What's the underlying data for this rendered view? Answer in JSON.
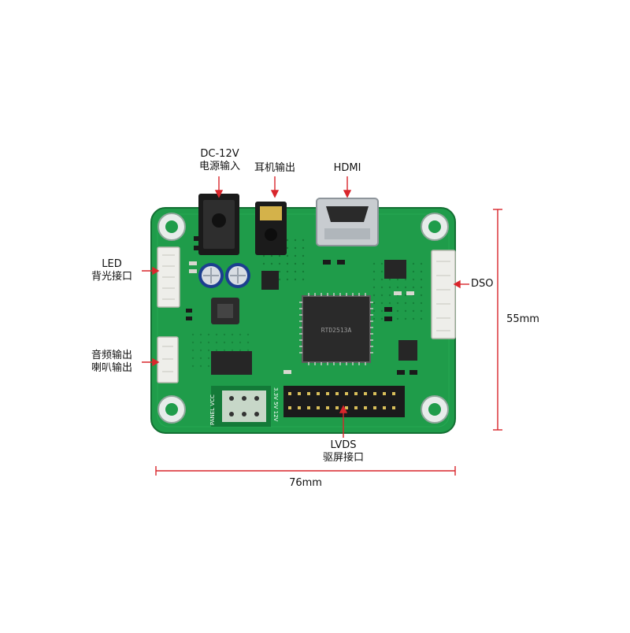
{
  "labels": {
    "dc_line1": "DC-12V",
    "dc_line2": "电源输入",
    "earphone": "耳机输出",
    "hdmi": "HDMI",
    "led_line1": "LED",
    "led_line2": "背光接口",
    "dso": "DSO",
    "audio_line1": "音频输出",
    "audio_line2": "喇叭输出",
    "lvds_line1": "LVDS",
    "lvds_line2": "驱屏接口",
    "height": "55mm",
    "width": "76mm"
  },
  "board": {
    "chip_line1": "RTD2513A",
    "silk_panel": "PANEL VCC",
    "silk_volts": "3.3V  5V  12V"
  },
  "colors": {
    "pcb": "#1f9c4a",
    "pcb_dark": "#127a36",
    "accent_red": "#d9262c",
    "connector": "#eeeeea",
    "chip": "#2a2a2a"
  }
}
